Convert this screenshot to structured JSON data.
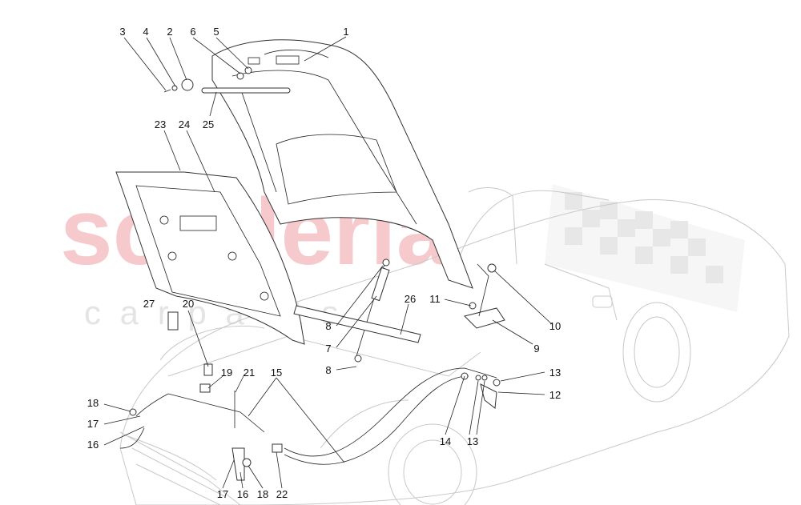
{
  "watermark": {
    "brand": "scuderia",
    "sub": "c a r   p a r t s"
  },
  "callouts": [
    {
      "n": "1"
    },
    {
      "n": "2"
    },
    {
      "n": "3"
    },
    {
      "n": "4"
    },
    {
      "n": "5"
    },
    {
      "n": "6"
    },
    {
      "n": "23"
    },
    {
      "n": "24"
    },
    {
      "n": "25"
    },
    {
      "n": "27"
    },
    {
      "n": "20"
    },
    {
      "n": "26"
    },
    {
      "n": "11"
    },
    {
      "n": "10"
    },
    {
      "n": "9"
    },
    {
      "n": "8"
    },
    {
      "n": "7"
    },
    {
      "n": "8"
    },
    {
      "n": "19"
    },
    {
      "n": "21"
    },
    {
      "n": "15"
    },
    {
      "n": "13"
    },
    {
      "n": "12"
    },
    {
      "n": "18"
    },
    {
      "n": "17"
    },
    {
      "n": "16"
    },
    {
      "n": "14"
    },
    {
      "n": "13"
    },
    {
      "n": "17"
    },
    {
      "n": "16"
    },
    {
      "n": "18"
    },
    {
      "n": "22"
    }
  ]
}
